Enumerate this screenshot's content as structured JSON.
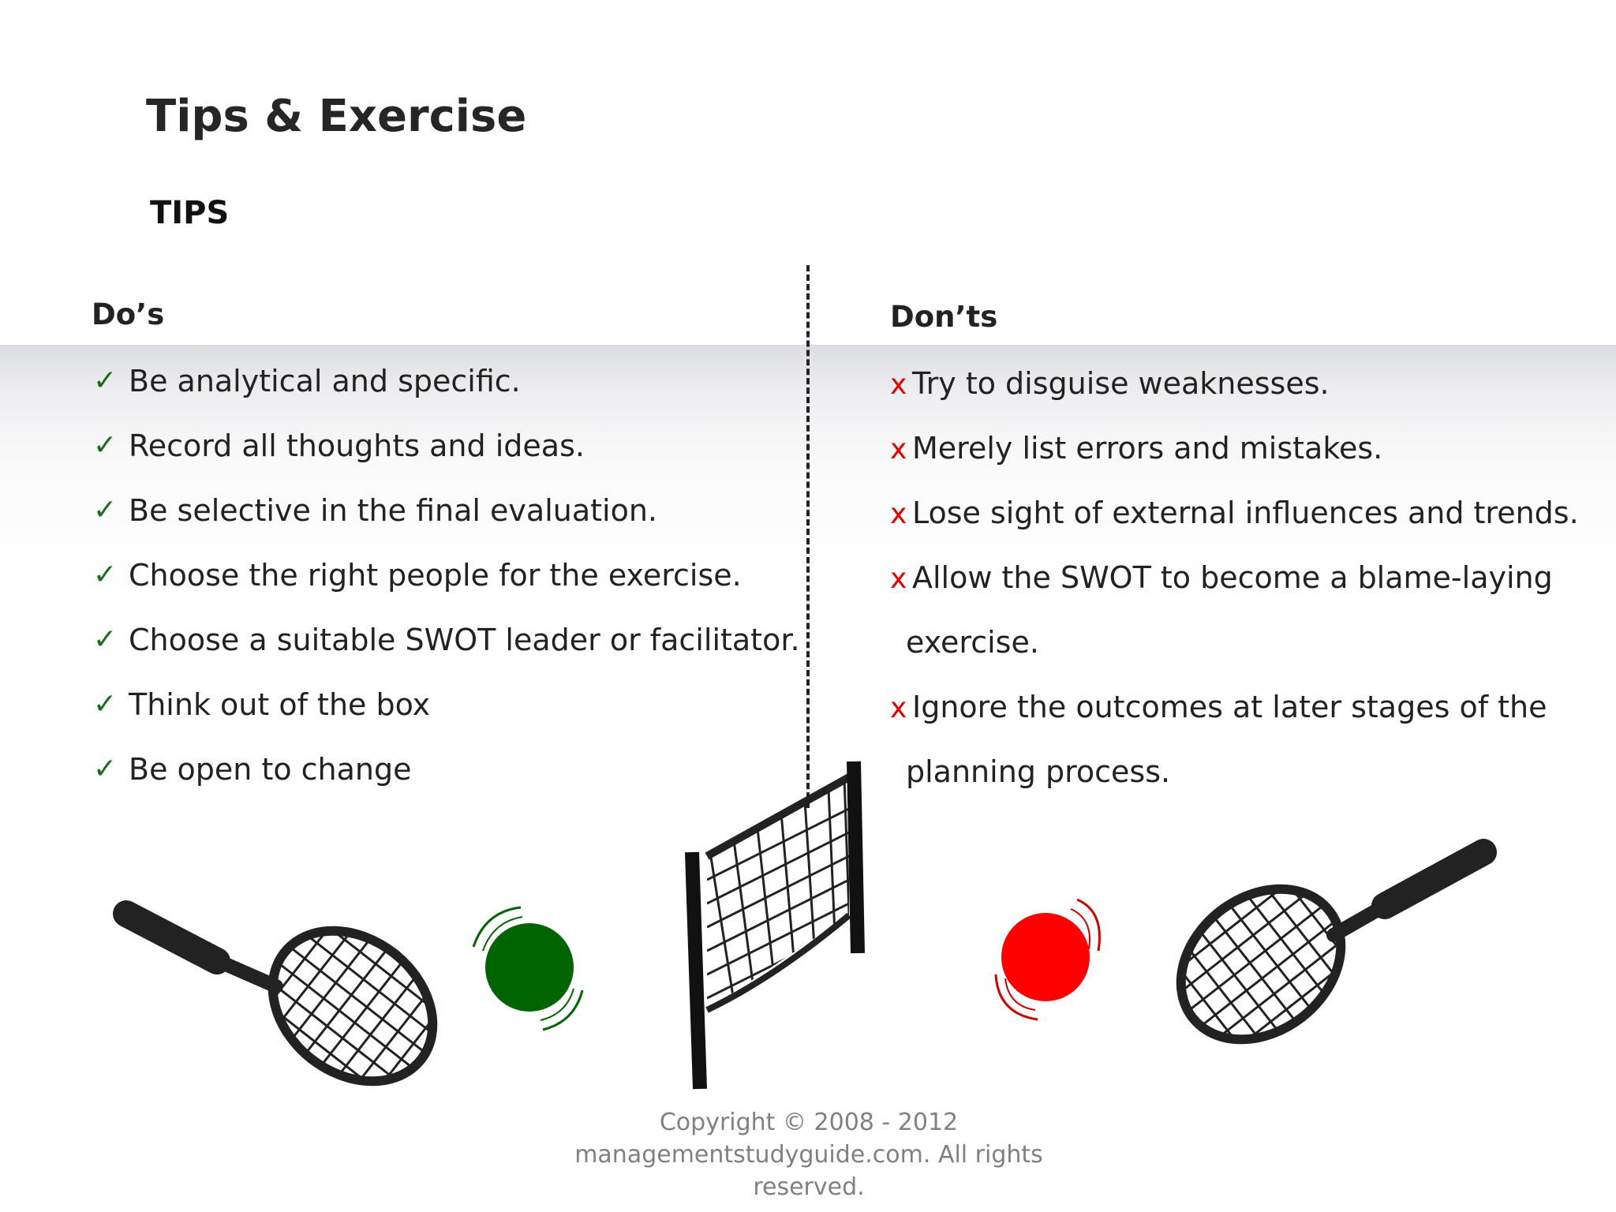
{
  "slide": {
    "title": "Tips & Exercise",
    "subtitle": "TIPS"
  },
  "dos": {
    "heading": "Do’s",
    "marker": "✓",
    "marker_color": "#1e6b1e",
    "items": [
      "Be analytical and specific.",
      "Record all thoughts and ideas.",
      "Be selective in the final evaluation.",
      "Choose the right people for the exercise.",
      "Choose a suitable SWOT leader or facilitator.",
      "Think out of the box",
      "Be open to change"
    ]
  },
  "donts": {
    "heading": "Don’ts",
    "marker": "x",
    "marker_color": "#e00000",
    "items": [
      "Try to disguise weaknesses.",
      "Merely list errors and mistakes.",
      "Lose sight of external influences and trends.",
      "Allow the SWOT to become a blame-laying",
      "exercise.",
      "Ignore the outcomes at later stages of the",
      "planning process."
    ]
  },
  "illustration": {
    "icons": [
      "racket-left-icon",
      "green-ball-icon",
      "net-icon",
      "red-ball-icon",
      "racket-right-icon"
    ],
    "green_ball_color": "#006400",
    "red_ball_color": "#ff0000"
  },
  "footer": {
    "copyright_line1": "Copyright © 2008 - 2012",
    "copyright_line2": "managementstudyguide.com. All rights",
    "copyright_line3": "reserved."
  }
}
